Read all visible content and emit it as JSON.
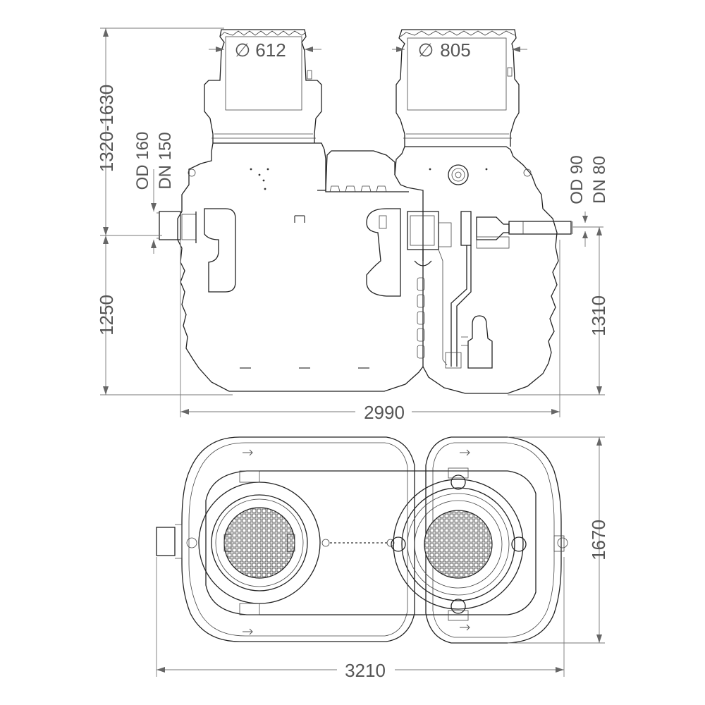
{
  "side_view": {
    "dim_cover_left": "612",
    "dim_cover_right": "805",
    "dim_height_upper": "1320-1630",
    "dim_height_lower": "1250",
    "dim_inlet_od": "OD 160",
    "dim_inlet_dn": "DN 150",
    "dim_outlet_od": "OD 90",
    "dim_outlet_dn": "DN 80",
    "dim_right_height": "1310",
    "dim_length": "2990",
    "diameter_symbol": "∅"
  },
  "top_view": {
    "dim_width": "1670",
    "dim_length": "3210"
  }
}
